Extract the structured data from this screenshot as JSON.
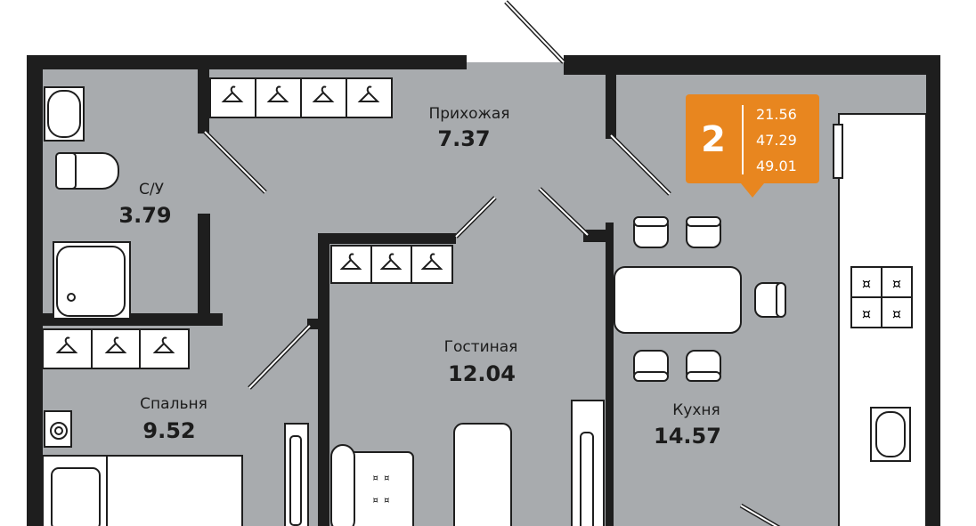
{
  "apartment": {
    "rooms_count": "2",
    "areas": [
      "21.56",
      "47.29",
      "49.01"
    ],
    "badge_color": "#e8861f"
  },
  "rooms": {
    "bathroom": {
      "name": "С/У",
      "area": "3.79"
    },
    "hallway": {
      "name": "Прихожая",
      "area": "7.37"
    },
    "living": {
      "name": "Гостиная",
      "area": "12.04"
    },
    "bedroom": {
      "name": "Спальня",
      "area": "9.52"
    },
    "kitchen": {
      "name": "Кухня",
      "area": "14.57"
    }
  },
  "colors": {
    "floor": "#a8abae",
    "wall": "#1e1e1e"
  }
}
